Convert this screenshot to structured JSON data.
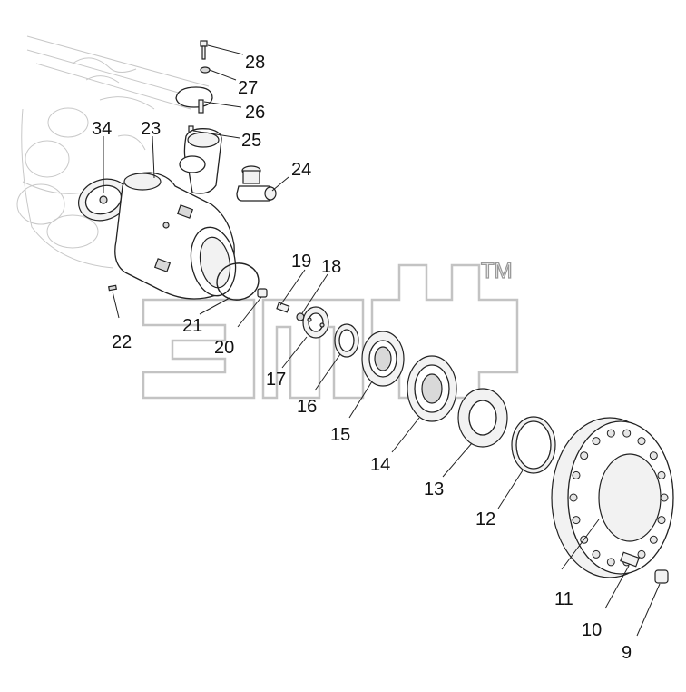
{
  "watermark": {
    "logo_text": "эмф",
    "trademark": "TM"
  },
  "part_labels": [
    "28",
    "27",
    "26",
    "25",
    "24",
    "34",
    "23",
    "19",
    "18",
    "22",
    "21",
    "20",
    "17",
    "16",
    "15",
    "14",
    "13",
    "12",
    "11",
    "10",
    "9"
  ]
}
